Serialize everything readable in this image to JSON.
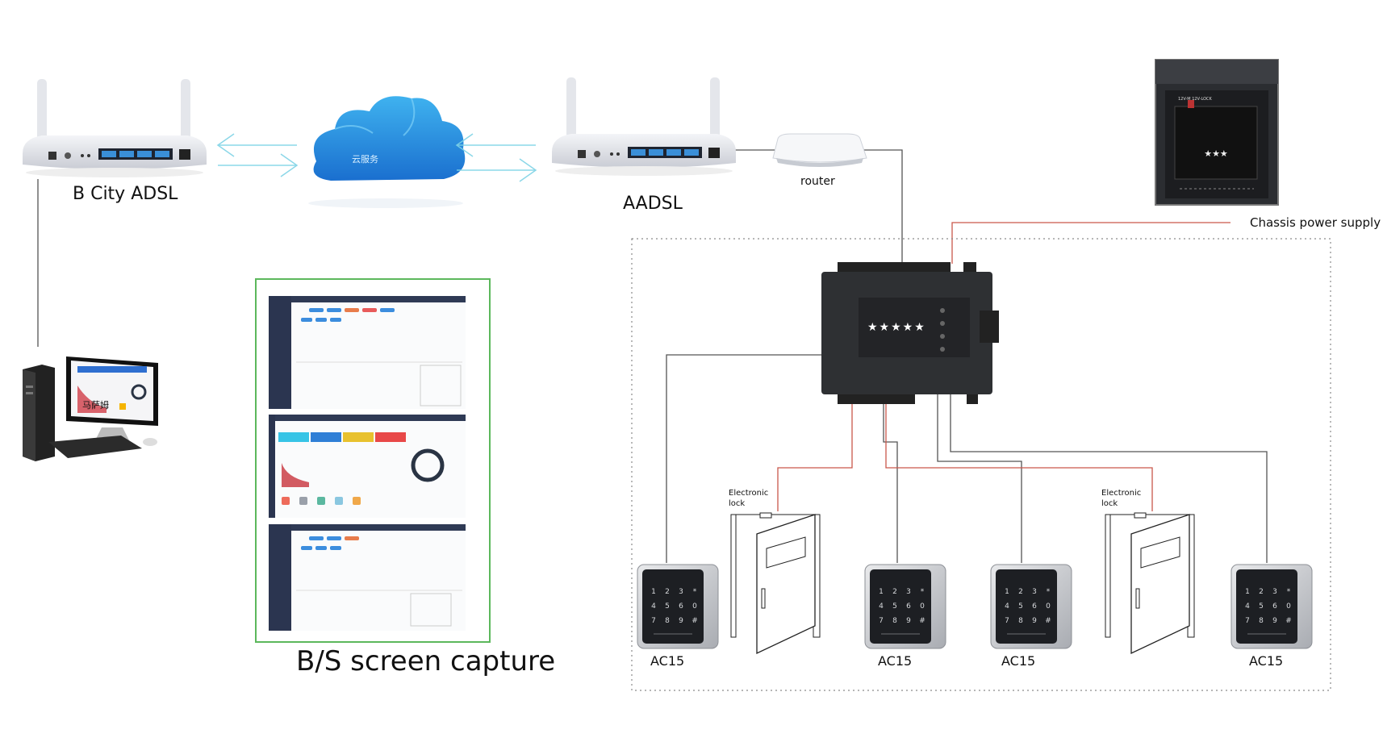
{
  "diagram": {
    "nodes": {
      "b_city_adsl": {
        "label": "B City ADSL",
        "icon": "adsl-router-icon"
      },
      "cloud": {
        "label": "云服务",
        "icon": "cloud-icon"
      },
      "a_adsl": {
        "label": "AADSL",
        "icon": "adsl-router-icon"
      },
      "router": {
        "label": "router",
        "icon": "router-icon"
      },
      "power_supply": {
        "label": "Chassis power supply",
        "icon": "power-supply-box-icon"
      },
      "computer": {
        "label": "马萨姆",
        "icon": "desktop-computer-icon"
      },
      "screen_capture": {
        "label": "B/S screen capture"
      },
      "controller": {
        "label": "★★★★★",
        "icon": "access-controller-icon"
      },
      "locks": [
        {
          "label": "Electronic lock"
        },
        {
          "label": "Electronic lock"
        }
      ],
      "readers": [
        {
          "label": "AC15"
        },
        {
          "label": "AC15"
        },
        {
          "label": "AC15"
        },
        {
          "label": "AC15"
        }
      ]
    },
    "colors": {
      "data_line": "#555555",
      "power_line": "#c9574b",
      "arrow": "#7fd3e6",
      "cloud": "#2a8fd6",
      "frame": "#5cb85c"
    }
  }
}
